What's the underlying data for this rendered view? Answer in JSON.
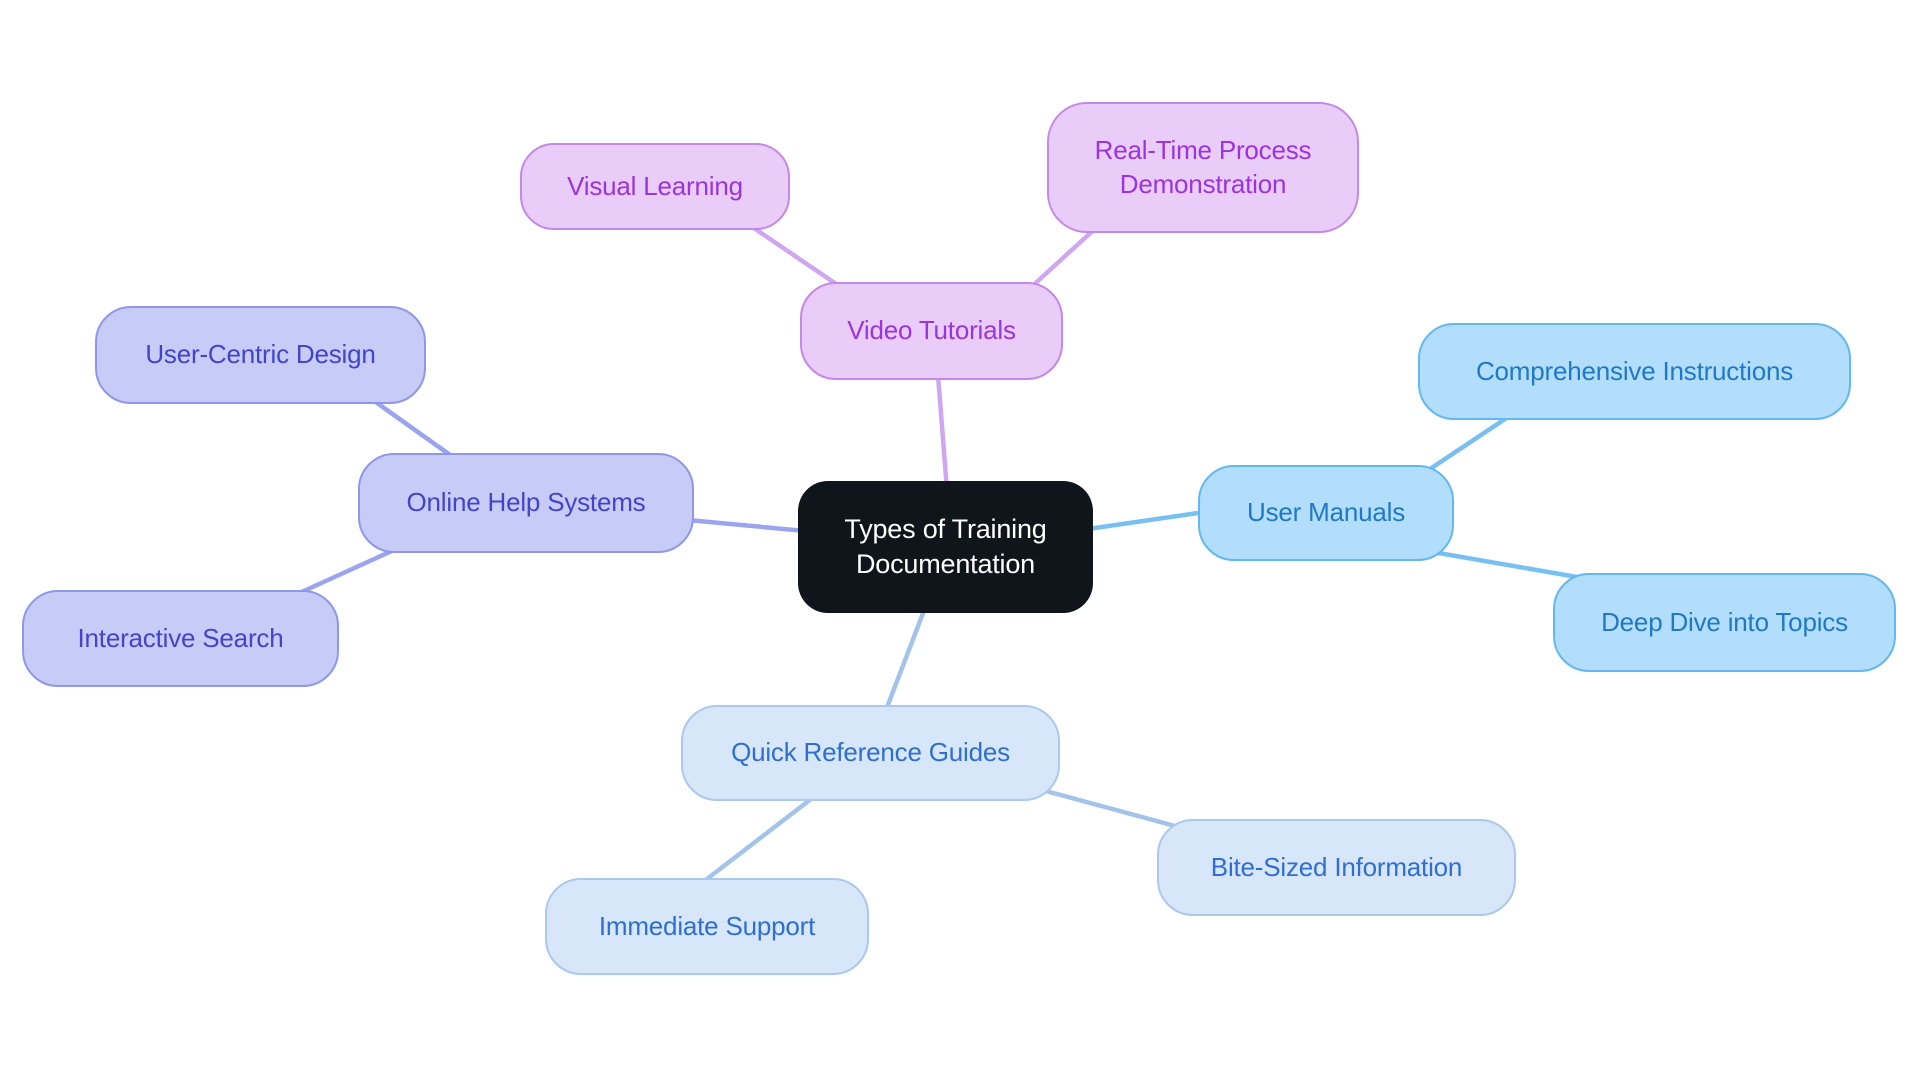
{
  "app": {
    "background": "#ffffff",
    "type_hint": "mindmap"
  },
  "center": {
    "label": "Types of Training Documentation",
    "colors": {
      "fill": "#10141b",
      "text": "#ffffff"
    }
  },
  "branches": [
    {
      "label": "Video Tutorials",
      "colors": {
        "fill": "#e9cdf8",
        "border": "#c487ec",
        "text": "#9a33e0",
        "line": "#cfa6f1"
      },
      "children": [
        {
          "label": "Visual Learning"
        },
        {
          "label": "Real-Time Process Demonstration"
        }
      ]
    },
    {
      "label": "Online Help Systems",
      "colors": {
        "fill": "#c7ccf6",
        "border": "#8e97ec",
        "text": "#4244cb",
        "line": "#9ba4ef"
      },
      "children": [
        {
          "label": "User-Centric Design"
        },
        {
          "label": "Interactive Search"
        }
      ]
    },
    {
      "label": "User Manuals",
      "colors": {
        "fill": "#b2defb",
        "border": "#63b7f2",
        "text": "#1f79c8",
        "line": "#79c0f2"
      },
      "children": [
        {
          "label": "Comprehensive Instructions"
        },
        {
          "label": "Deep Dive into Topics"
        }
      ]
    },
    {
      "label": "Quick Reference Guides",
      "colors": {
        "fill": "#d8e6f9",
        "border": "#abc8ee",
        "text": "#2d6fd3",
        "line": "#a3c3eb"
      },
      "children": [
        {
          "label": "Immediate Support"
        },
        {
          "label": "Bite-Sized Information"
        }
      ]
    }
  ]
}
